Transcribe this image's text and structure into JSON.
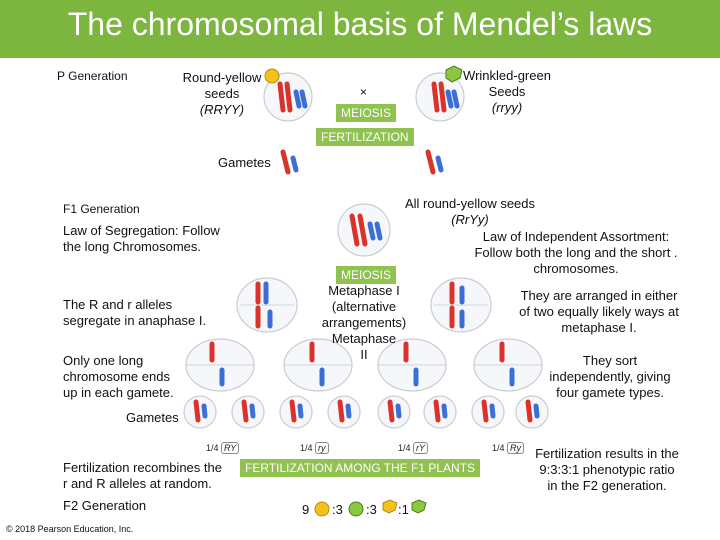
{
  "title": "The chromosomal basis of Mendel’s laws",
  "labels": {
    "p_generation": "P Generation",
    "parent_left": [
      "Round-yellow",
      "seeds",
      "(RRYY)"
    ],
    "parent_right": [
      "Wrinkled-green",
      "Seeds",
      "(rryy)"
    ],
    "cross_symbol": "×",
    "gametes": "Gametes",
    "f1_generation": "F1 Generation",
    "f1_result": [
      "All round-yellow seeds",
      "(RrYy)"
    ],
    "segregation": [
      "Law of Segregation: Follow",
      "the long Chromosomes."
    ],
    "independent": [
      "Law of Independent Assortment:",
      "Follow both the long and the short .",
      "chromosomes."
    ],
    "meta1": [
      "Metaphase I",
      "(alternative",
      "arrangements)",
      "Metaphase",
      "II"
    ],
    "either_ways": [
      "They are arranged in either",
      "of two equally likely ways at",
      "metaphase I."
    ],
    "alleles_segregate": [
      "The R and r alleles",
      "segregate in anaphase I."
    ],
    "one_long": [
      "Only one long",
      "chromosome ends",
      "up in each gamete."
    ],
    "sort_independently": [
      "They sort",
      "independently, giving",
      "four gamete types."
    ],
    "gametes_bottom": "Gametes",
    "fert_recombines": [
      "Fertilization recombines the",
      "r and R alleles at random."
    ],
    "fert_results": [
      "Fertilization results in the",
      "9:3:3:1 phenotypic ratio",
      "in the F2 generation."
    ],
    "f2_generation": "F2 Generation",
    "copyright": "© 2018 Pearson Education, Inc."
  },
  "banners": {
    "meiosis_top": "MEIOSIS",
    "fertilization_top": "FERTILIZATION",
    "meiosis_mid": "MEIOSIS",
    "fertilization_bottom": "FERTILIZATION AMONG THE F1 PLANTS"
  },
  "gamete_fractions": [
    {
      "frac": "1/4",
      "genotype": "RY"
    },
    {
      "frac": "1/4",
      "genotype": "ry"
    },
    {
      "frac": "1/4",
      "genotype": "rY"
    },
    {
      "frac": "1/4",
      "genotype": "Ry"
    }
  ],
  "ratio": {
    "values": [
      "9",
      ":3",
      ":3",
      ":1"
    ],
    "seed_colors": [
      "#f2c21b",
      "#8dc63f",
      "#f2c21b",
      "#8dc63f"
    ]
  },
  "colors": {
    "header": "#7cb63f",
    "banner": "#8fc24e",
    "long_chromosome": "#d9332b",
    "short_chromosome": "#3b6fd6"
  }
}
